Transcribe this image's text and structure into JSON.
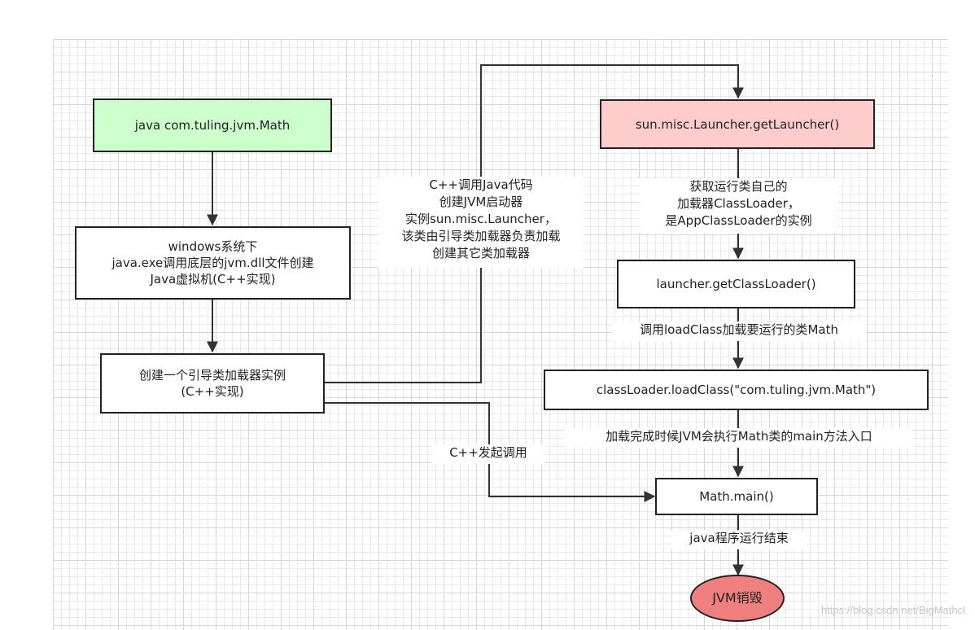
{
  "nodes": {
    "start": "java com.tuling.jvm.Math",
    "windows": "windows系统下\njava.exe调用底层的jvm.dll文件创建\nJava虚拟机(C++实现)",
    "bootstrap": "创建一个引导类加载器实例\n(C++实现)",
    "launcher": "sun.misc.Launcher.getLauncher()",
    "get_classloader": "launcher.getClassLoader()",
    "load_class": "classLoader.loadClass(\"com.tuling.jvm.Math\")",
    "main": "Math.main()",
    "end": "JVM销毁"
  },
  "edge_labels": {
    "cpp_call_java": "C++调用Java代码\n创建JVM启动器\n实例sun.misc.Launcher，\n该类由引导类加载器负责加载\n创建其它类加载器",
    "get_loader": "获取运行类自己的\n加载器ClassLoader，\n是AppClassLoader的实例",
    "call_loadclass": "调用loadClass加载要运行的类Math",
    "load_complete": "加载完成时候JVM会执行Math类的main方法入口",
    "cpp_invoke": "C++发起调用",
    "program_end": "java程序运行结束"
  },
  "watermark": "https://blog.csdn.net/BigMathcl",
  "colors": {
    "start_fill": "#ccffcc",
    "launcher_fill": "#ffcccc",
    "end_fill": "#f08080",
    "line": "#333333"
  }
}
